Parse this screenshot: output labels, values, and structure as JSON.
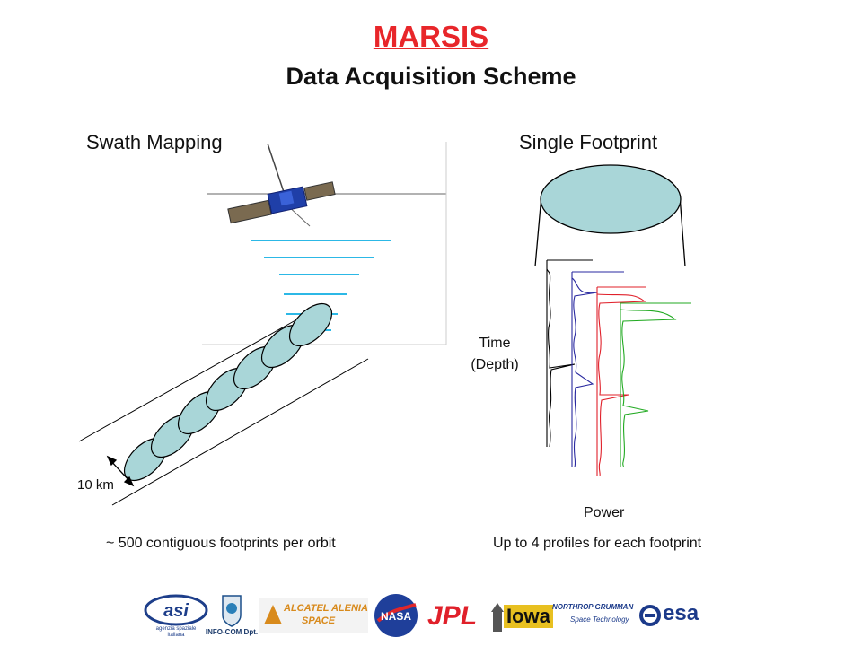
{
  "title": "MARSIS",
  "subtitle": "Data Acquisition Scheme",
  "left_panel": {
    "heading": "Swath Mapping",
    "scale_label": "10 km",
    "caption": "~ 500 contiguous footprints per orbit"
  },
  "right_panel": {
    "heading": "Single Footprint",
    "y_label_line1": "Time",
    "y_label_line2": "(Depth)",
    "x_label": "Power",
    "caption": "Up to 4 profiles for each footprint"
  },
  "logos": {
    "asi_line1": "agenzia spaziale",
    "asi_line2": "italiana",
    "infocom": "INFO-COM Dpt.",
    "alcatel_line1": "ALCATEL ALENIA",
    "alcatel_line2": "SPACE",
    "nasa": "NASA",
    "jpl": "JPL",
    "iowa": "Iowa",
    "ng_line1": "NORTHROP GRUMMAN",
    "ng_line2": "Space Technology",
    "esa": "esa"
  },
  "colors": {
    "title": "#e8262a",
    "swath_lines": "#2cb8e6",
    "footprint_fill": "#a9d6d8",
    "profile_1": "#000000",
    "profile_2": "#2a2aa0",
    "profile_3": "#e0202a",
    "profile_4": "#22aa22"
  }
}
